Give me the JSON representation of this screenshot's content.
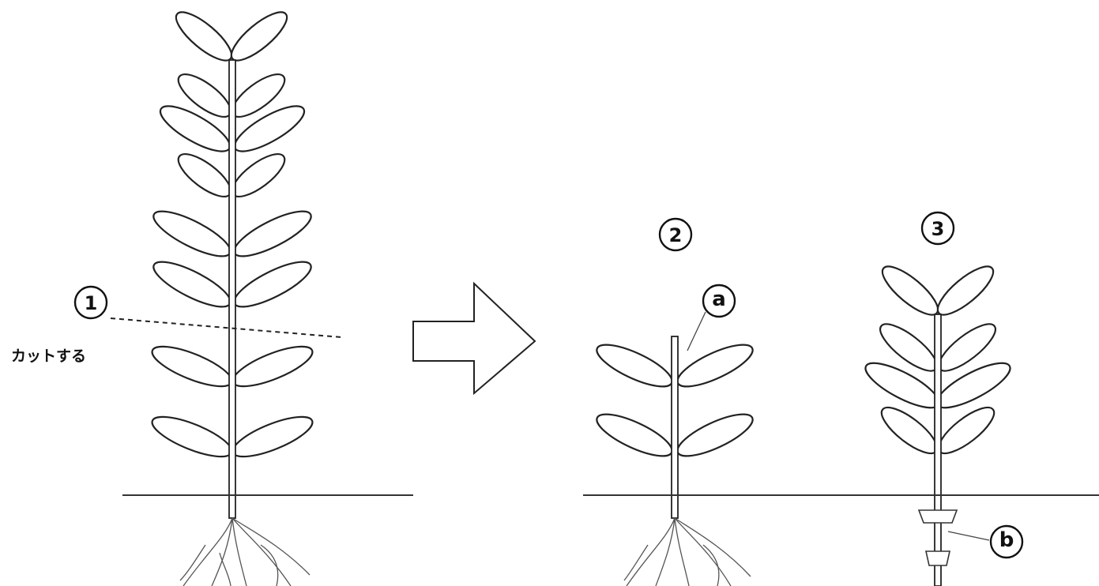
{
  "steps": {
    "step1_marker": "①",
    "step1_label": "カットする",
    "step2_marker": "②",
    "step3_marker": "③"
  },
  "callouts": {
    "a_marker": "ⓐ",
    "b_marker": "ⓑ"
  }
}
